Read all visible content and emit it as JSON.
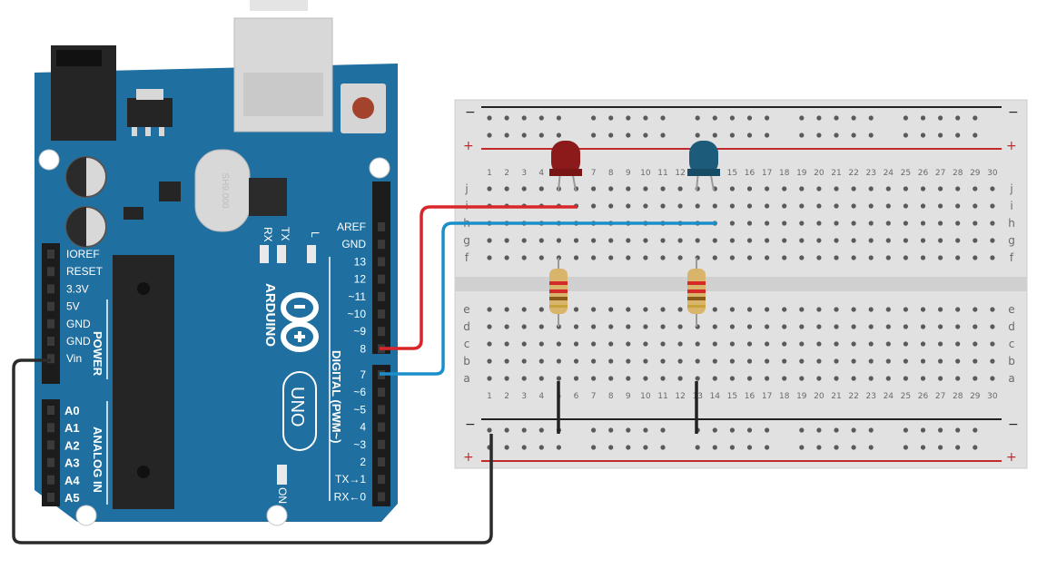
{
  "arduino": {
    "brand": "ARDUINO",
    "model": "UNO",
    "crystal": "SH9.000",
    "power_header_title": "POWER",
    "analog_header_title": "ANALOG IN",
    "digital_header_title": "DIGITAL (PWM~)",
    "power_pins": [
      "IOREF",
      "RESET",
      "3.3V",
      "5V",
      "GND",
      "GND",
      "Vin"
    ],
    "analog_pins": [
      "A0",
      "A1",
      "A2",
      "A3",
      "A4",
      "A5"
    ],
    "digital_top_pins": [
      "AREF",
      "GND",
      "13",
      "12",
      "~11",
      "~10",
      "~9",
      "8"
    ],
    "digital_bottom_pins": [
      "7",
      "~6",
      "~5",
      "4",
      "~3",
      "2",
      "TX→1",
      "RX←0"
    ],
    "led_labels": {
      "rx": "RX",
      "tx": "TX",
      "l": "L",
      "on": "ON"
    },
    "board_color": "#1f6fa0"
  },
  "breadboard": {
    "column_numbers": [
      "1",
      "2",
      "3",
      "4",
      "5",
      "6",
      "7",
      "8",
      "9",
      "10",
      "11",
      "12",
      "13",
      "14",
      "15",
      "16",
      "17",
      "18",
      "19",
      "20",
      "21",
      "22",
      "23",
      "24",
      "25",
      "26",
      "27",
      "28",
      "29",
      "30"
    ],
    "top_rows": [
      "j",
      "i",
      "h",
      "g",
      "f"
    ],
    "bottom_rows": [
      "e",
      "d",
      "c",
      "b",
      "a"
    ],
    "rail_minus": "−",
    "rail_plus": "+"
  },
  "components": {
    "led_red": {
      "color": "#8c1a1a",
      "column": "5"
    },
    "led_blue": {
      "color": "#1d5b7a",
      "column": "13"
    },
    "resistors": [
      "column 5",
      "column 13"
    ]
  },
  "wires": {
    "pin8_color": "#d9262b",
    "pin7_color": "#1a8fc9",
    "gnd_color": "#2b2b2b"
  }
}
